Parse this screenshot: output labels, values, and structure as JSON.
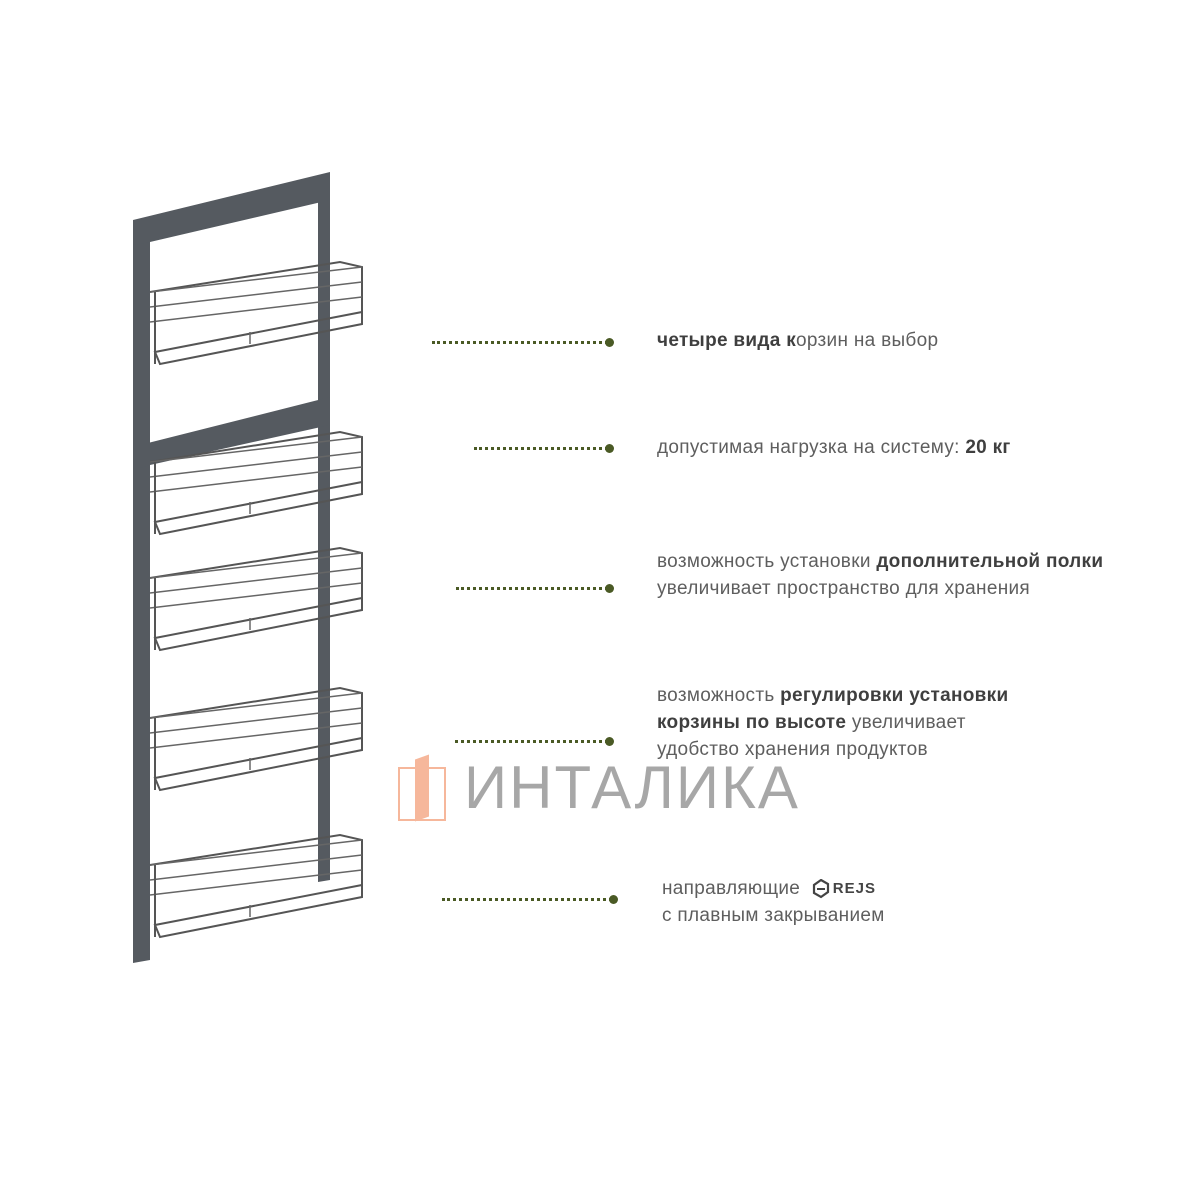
{
  "features": [
    {
      "segments": [
        {
          "text": "четыре вида к",
          "bold": true
        },
        {
          "text": "орзин на выбор",
          "bold": false
        }
      ]
    },
    {
      "segments": [
        {
          "text": "допустимая нагрузка на систему: ",
          "bold": false
        },
        {
          "text": "20 кг",
          "bold": true
        }
      ]
    },
    {
      "segments": [
        {
          "text": "возможность установки ",
          "bold": false
        },
        {
          "text": "дополнительной полки",
          "bold": true
        },
        {
          "text": " увеличивает пространство для хранения",
          "bold": false
        }
      ]
    },
    {
      "segments": [
        {
          "text": "возможность ",
          "bold": false
        },
        {
          "text": "регулировки установки корзины по высоте",
          "bold": true
        },
        {
          "text": " увеличивает удобство хранения продуктов",
          "bold": false
        }
      ]
    },
    {
      "segments": [
        {
          "text": "направляющие ",
          "bold": false
        },
        {
          "text": "REJS",
          "bold": true,
          "logo": true
        },
        {
          "text": "с плавным закрыванием",
          "bold": false
        }
      ]
    }
  ],
  "watermark": {
    "text": "ИНТАЛИКА"
  },
  "colors": {
    "accent_dots": "#4a5a25",
    "watermark_orange": "#f4a07a",
    "frame": "#555a60"
  }
}
